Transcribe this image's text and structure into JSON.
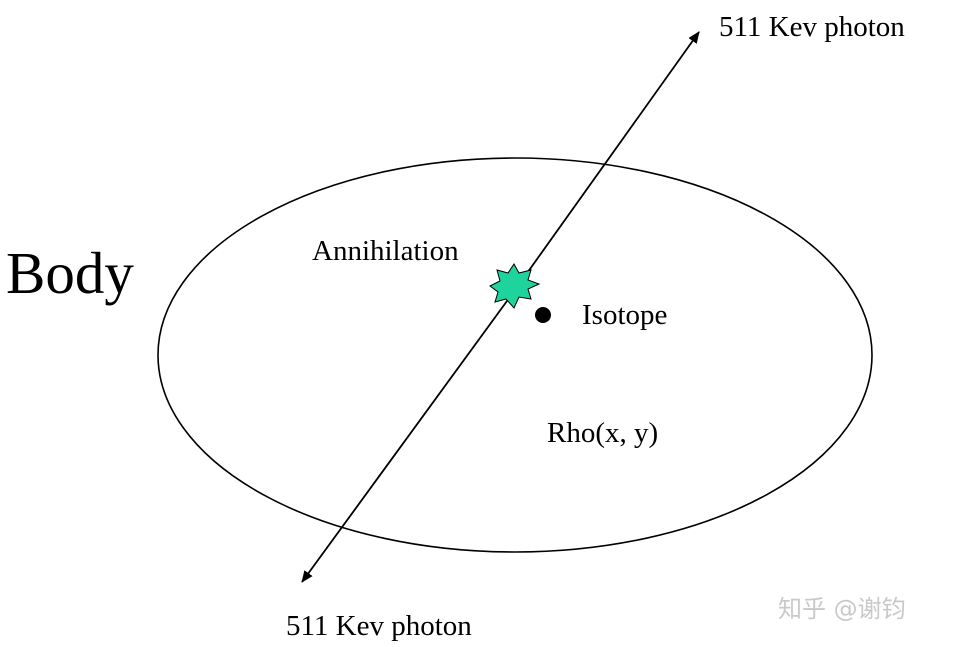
{
  "labels": {
    "body": "Body",
    "annihilation": "Annihilation",
    "isotope": "Isotope",
    "rho": "Rho(x, y)",
    "photon_top": "511 Kev photon",
    "photon_bottom": "511 Kev photon"
  },
  "watermark": "知乎 @谢钧",
  "colors": {
    "background": "#ffffff",
    "ink": "#000000",
    "annihilation_burst": "#1fd49c",
    "watermark": "#c9c9c9"
  }
}
